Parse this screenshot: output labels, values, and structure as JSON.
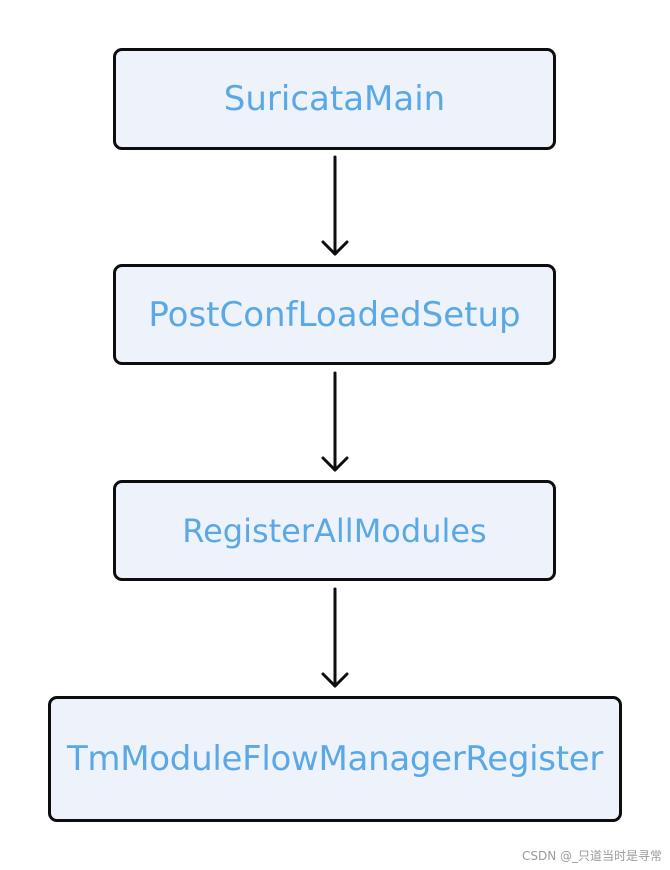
{
  "diagram": {
    "nodes": [
      {
        "id": "n1",
        "label": "SuricataMain"
      },
      {
        "id": "n2",
        "label": "PostConfLoadedSetup"
      },
      {
        "id": "n3",
        "label": "RegisterAllModules"
      },
      {
        "id": "n4",
        "label": "TmModuleFlowManagerRegister"
      }
    ],
    "edges": [
      {
        "from": "n1",
        "to": "n2"
      },
      {
        "from": "n2",
        "to": "n3"
      },
      {
        "from": "n3",
        "to": "n4"
      }
    ]
  },
  "colors": {
    "node_fill": "#eef3fb",
    "node_border": "#0d0d0d",
    "label_text": "#5aa9e6",
    "arrow": "#0d0d0d"
  },
  "watermark": "CSDN @_只道当时是寻常"
}
